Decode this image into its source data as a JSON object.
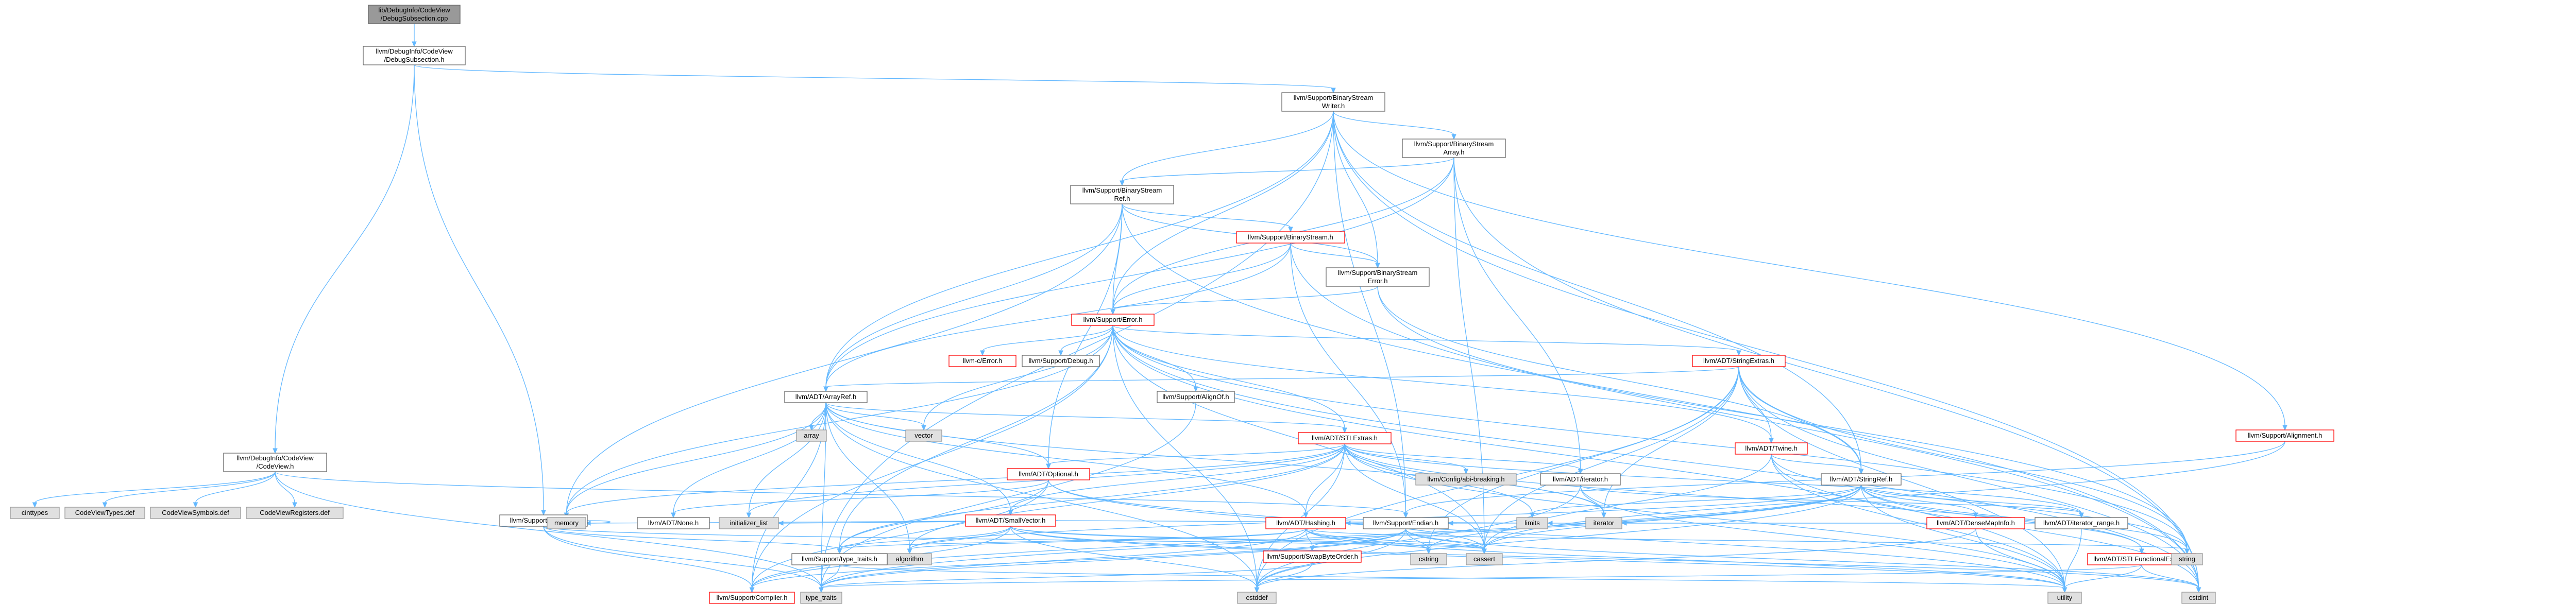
{
  "graph_title": "lib/DebugInfo/CodeView/DebugSubsection.cpp",
  "colors": {
    "root_fill": "#999999",
    "file_border": "#666666",
    "red_border": "#ff0000",
    "system_fill": "#e0e0e0",
    "edge": "#63b8ff"
  },
  "nodes": [
    {
      "id": "n0",
      "kind": "root",
      "lines": [
        "lib/DebugInfo/CodeView",
        "/DebugSubsection.cpp"
      ]
    },
    {
      "id": "n1",
      "kind": "file",
      "lines": [
        "llvm/DebugInfo/CodeView",
        "/DebugSubsection.h"
      ]
    },
    {
      "id": "n2",
      "kind": "file",
      "lines": [
        "llvm/DebugInfo/CodeView",
        "/CodeView.h"
      ]
    },
    {
      "id": "n3",
      "kind": "sys",
      "lines": [
        "cinttypes"
      ]
    },
    {
      "id": "n4",
      "kind": "sys",
      "lines": [
        "CodeViewTypes.def"
      ]
    },
    {
      "id": "n5",
      "kind": "sys",
      "lines": [
        "CodeViewSymbols.def"
      ]
    },
    {
      "id": "n6",
      "kind": "sys",
      "lines": [
        "CodeViewRegisters.def"
      ]
    },
    {
      "id": "n7",
      "kind": "file",
      "lines": [
        "llvm/Support/Casting.h"
      ]
    },
    {
      "id": "n8",
      "kind": "file",
      "lines": [
        "llvm/Support/BinaryStream",
        "Writer.h"
      ]
    },
    {
      "id": "n9",
      "kind": "file",
      "lines": [
        "llvm/Support/BinaryStream",
        "Array.h"
      ]
    },
    {
      "id": "n10",
      "kind": "file",
      "lines": [
        "llvm/Support/BinaryStream",
        "Ref.h"
      ]
    },
    {
      "id": "n11",
      "kind": "red",
      "lines": [
        "llvm/Support/BinaryStream.h"
      ]
    },
    {
      "id": "n12",
      "kind": "file",
      "lines": [
        "llvm/Support/BinaryStream",
        "Error.h"
      ]
    },
    {
      "id": "n13",
      "kind": "red",
      "lines": [
        "llvm/Support/Error.h"
      ]
    },
    {
      "id": "n14",
      "kind": "red",
      "lines": [
        "llvm-c/Error.h"
      ]
    },
    {
      "id": "n15",
      "kind": "file",
      "lines": [
        "llvm/Support/Debug.h"
      ]
    },
    {
      "id": "n16",
      "kind": "file",
      "lines": [
        "llvm/Support/AlignOf.h"
      ]
    },
    {
      "id": "n17",
      "kind": "red",
      "lines": [
        "llvm/ADT/StringExtras.h"
      ]
    },
    {
      "id": "n18",
      "kind": "file",
      "lines": [
        "llvm/ADT/ArrayRef.h"
      ]
    },
    {
      "id": "n19",
      "kind": "red",
      "lines": [
        "llvm/ADT/STLExtras.h"
      ]
    },
    {
      "id": "n20",
      "kind": "red",
      "lines": [
        "llvm/ADT/Twine.h"
      ]
    },
    {
      "id": "n21",
      "kind": "red",
      "lines": [
        "llvm/Support/Alignment.h"
      ]
    },
    {
      "id": "n22",
      "kind": "file",
      "lines": [
        "llvm/ADT/StringRef.h"
      ]
    },
    {
      "id": "n23",
      "kind": "red",
      "lines": [
        "llvm/ADT/Optional.h"
      ]
    },
    {
      "id": "n24",
      "kind": "red",
      "lines": [
        "llvm/ADT/SmallVector.h"
      ]
    },
    {
      "id": "n25",
      "kind": "file",
      "lines": [
        "llvm/ADT/iterator.h"
      ]
    },
    {
      "id": "n26",
      "kind": "file",
      "lines": [
        "llvm/ADT/None.h"
      ]
    },
    {
      "id": "n27",
      "kind": "red",
      "lines": [
        "llvm/ADT/Hashing.h"
      ]
    },
    {
      "id": "n28",
      "kind": "file",
      "lines": [
        "llvm/Support/Endian.h"
      ]
    },
    {
      "id": "n29",
      "kind": "red",
      "lines": [
        "llvm/Support/SwapByteOrder.h"
      ]
    },
    {
      "id": "n30",
      "kind": "file",
      "lines": [
        "llvm/Support/type_traits.h"
      ]
    },
    {
      "id": "n31",
      "kind": "red",
      "lines": [
        "llvm/Support/Compiler.h"
      ]
    },
    {
      "id": "n32",
      "kind": "red",
      "lines": [
        "llvm/ADT/DenseMapInfo.h"
      ]
    },
    {
      "id": "n33",
      "kind": "file",
      "lines": [
        "llvm/ADT/iterator_range.h"
      ]
    },
    {
      "id": "n34",
      "kind": "red",
      "lines": [
        "llvm/ADT/STLFunctionalExtras.h"
      ]
    },
    {
      "id": "n35",
      "kind": "sys",
      "lines": [
        "llvm/Config/abi-breaking.h"
      ]
    },
    {
      "id": "n36",
      "kind": "sys",
      "lines": [
        "array"
      ]
    },
    {
      "id": "n37",
      "kind": "sys",
      "lines": [
        "vector"
      ]
    },
    {
      "id": "n38",
      "kind": "sys",
      "lines": [
        "memory"
      ]
    },
    {
      "id": "n39",
      "kind": "sys",
      "lines": [
        "initializer_list"
      ]
    },
    {
      "id": "n40",
      "kind": "sys",
      "lines": [
        "algorithm"
      ]
    },
    {
      "id": "n41",
      "kind": "sys",
      "lines": [
        "type_traits"
      ]
    },
    {
      "id": "n42",
      "kind": "sys",
      "lines": [
        "cstddef"
      ]
    },
    {
      "id": "n43",
      "kind": "sys",
      "lines": [
        "limits"
      ]
    },
    {
      "id": "n44",
      "kind": "sys",
      "lines": [
        "iterator"
      ]
    },
    {
      "id": "n45",
      "kind": "sys",
      "lines": [
        "cassert"
      ]
    },
    {
      "id": "n46",
      "kind": "sys",
      "lines": [
        "cstring"
      ]
    },
    {
      "id": "n47",
      "kind": "sys",
      "lines": [
        "string"
      ]
    },
    {
      "id": "n48",
      "kind": "sys",
      "lines": [
        "utility"
      ]
    },
    {
      "id": "n49",
      "kind": "sys",
      "lines": [
        "cstdint"
      ]
    }
  ],
  "edges": [
    [
      "n0",
      "n1"
    ],
    [
      "n1",
      "n2"
    ],
    [
      "n1",
      "n7"
    ],
    [
      "n1",
      "n8"
    ],
    [
      "n2",
      "n3"
    ],
    [
      "n2",
      "n4"
    ],
    [
      "n2",
      "n5"
    ],
    [
      "n2",
      "n6"
    ],
    [
      "n2",
      "n28"
    ],
    [
      "n2",
      "n41"
    ],
    [
      "n7",
      "n38"
    ],
    [
      "n7",
      "n41"
    ],
    [
      "n7",
      "n31"
    ],
    [
      "n7",
      "n30"
    ],
    [
      "n7",
      "n45"
    ],
    [
      "n8",
      "n9"
    ],
    [
      "n8",
      "n10"
    ],
    [
      "n8",
      "n12"
    ],
    [
      "n8",
      "n13"
    ],
    [
      "n8",
      "n18"
    ],
    [
      "n8",
      "n22"
    ],
    [
      "n8",
      "n28"
    ],
    [
      "n8",
      "n49"
    ],
    [
      "n8",
      "n41"
    ],
    [
      "n8",
      "n21"
    ],
    [
      "n9",
      "n10"
    ],
    [
      "n9",
      "n13"
    ],
    [
      "n9",
      "n18"
    ],
    [
      "n9",
      "n25"
    ],
    [
      "n9",
      "n45"
    ],
    [
      "n9",
      "n49"
    ],
    [
      "n10",
      "n11"
    ],
    [
      "n10",
      "n12"
    ],
    [
      "n10",
      "n13"
    ],
    [
      "n10",
      "n18"
    ],
    [
      "n10",
      "n23"
    ],
    [
      "n10",
      "n38"
    ],
    [
      "n10",
      "n49"
    ],
    [
      "n11",
      "n12"
    ],
    [
      "n11",
      "n13"
    ],
    [
      "n11",
      "n18"
    ],
    [
      "n11",
      "n28"
    ],
    [
      "n11",
      "n49"
    ],
    [
      "n12",
      "n13"
    ],
    [
      "n12",
      "n22"
    ],
    [
      "n12",
      "n47"
    ],
    [
      "n13",
      "n14"
    ],
    [
      "n13",
      "n15"
    ],
    [
      "n13",
      "n16"
    ],
    [
      "n13",
      "n17"
    ],
    [
      "n13",
      "n20"
    ],
    [
      "n13",
      "n19"
    ],
    [
      "n13",
      "n31"
    ],
    [
      "n13",
      "n30"
    ],
    [
      "n13",
      "n37"
    ],
    [
      "n13",
      "n38"
    ],
    [
      "n13",
      "n45"
    ],
    [
      "n13",
      "n49"
    ],
    [
      "n13",
      "n48"
    ],
    [
      "n13",
      "n47"
    ],
    [
      "n13",
      "n42"
    ],
    [
      "n16",
      "n41"
    ],
    [
      "n17",
      "n18"
    ],
    [
      "n17",
      "n22"
    ],
    [
      "n17",
      "n20"
    ],
    [
      "n17",
      "n44"
    ],
    [
      "n17",
      "n45"
    ],
    [
      "n17",
      "n42"
    ],
    [
      "n17",
      "n49"
    ],
    [
      "n17",
      "n47"
    ],
    [
      "n17",
      "n48"
    ],
    [
      "n17",
      "n46"
    ],
    [
      "n18",
      "n19"
    ],
    [
      "n18",
      "n23"
    ],
    [
      "n18",
      "n24"
    ],
    [
      "n18",
      "n27"
    ],
    [
      "n18",
      "n31"
    ],
    [
      "n18",
      "n26"
    ],
    [
      "n18",
      "n36"
    ],
    [
      "n18",
      "n37"
    ],
    [
      "n18",
      "n38"
    ],
    [
      "n18",
      "n39"
    ],
    [
      "n18",
      "n40"
    ],
    [
      "n18",
      "n44"
    ],
    [
      "n18",
      "n41"
    ],
    [
      "n18",
      "n42"
    ],
    [
      "n19",
      "n35"
    ],
    [
      "n19",
      "n23"
    ],
    [
      "n19",
      "n24"
    ],
    [
      "n19",
      "n25"
    ],
    [
      "n19",
      "n33"
    ],
    [
      "n19",
      "n34"
    ],
    [
      "n19",
      "n27"
    ],
    [
      "n19",
      "n30"
    ],
    [
      "n19",
      "n40"
    ],
    [
      "n19",
      "n45"
    ],
    [
      "n19",
      "n42"
    ],
    [
      "n19",
      "n43"
    ],
    [
      "n19",
      "n44"
    ],
    [
      "n19",
      "n38"
    ],
    [
      "n19",
      "n48"
    ],
    [
      "n19",
      "n39"
    ],
    [
      "n20",
      "n22"
    ],
    [
      "n20",
      "n45"
    ],
    [
      "n20",
      "n49"
    ],
    [
      "n20",
      "n47"
    ],
    [
      "n20",
      "n48"
    ],
    [
      "n21",
      "n28"
    ],
    [
      "n21",
      "n45"
    ],
    [
      "n22",
      "n32"
    ],
    [
      "n22",
      "n33"
    ],
    [
      "n22",
      "n34"
    ],
    [
      "n22",
      "n31"
    ],
    [
      "n22",
      "n40"
    ],
    [
      "n22",
      "n45"
    ],
    [
      "n22",
      "n42"
    ],
    [
      "n22",
      "n46"
    ],
    [
      "n22",
      "n43"
    ],
    [
      "n22",
      "n47"
    ],
    [
      "n22",
      "n41"
    ],
    [
      "n22",
      "n48"
    ],
    [
      "n23",
      "n26"
    ],
    [
      "n23",
      "n31"
    ],
    [
      "n23",
      "n30"
    ],
    [
      "n23",
      "n45"
    ],
    [
      "n23",
      "n48"
    ],
    [
      "n24",
      "n31"
    ],
    [
      "n24",
      "n30"
    ],
    [
      "n24",
      "n40"
    ],
    [
      "n24",
      "n45"
    ],
    [
      "n24",
      "n42"
    ],
    [
      "n24",
      "n46"
    ],
    [
      "n24",
      "n38"
    ],
    [
      "n24",
      "n48"
    ],
    [
      "n24",
      "n39"
    ],
    [
      "n24",
      "n43"
    ],
    [
      "n24",
      "n49"
    ],
    [
      "n25",
      "n33"
    ],
    [
      "n25",
      "n42"
    ],
    [
      "n25",
      "n44"
    ],
    [
      "n25",
      "n48"
    ],
    [
      "n27",
      "n28"
    ],
    [
      "n27",
      "n29"
    ],
    [
      "n27",
      "n30"
    ],
    [
      "n27",
      "n40"
    ],
    [
      "n27",
      "n45"
    ],
    [
      "n27",
      "n46"
    ],
    [
      "n27",
      "n47"
    ],
    [
      "n27",
      "n41"
    ],
    [
      "n27",
      "n48"
    ],
    [
      "n28",
      "n29"
    ],
    [
      "n28",
      "n31"
    ],
    [
      "n28",
      "n41"
    ],
    [
      "n28",
      "n42"
    ],
    [
      "n28",
      "n46"
    ],
    [
      "n28",
      "n49"
    ],
    [
      "n28",
      "n45"
    ],
    [
      "n29",
      "n41"
    ],
    [
      "n29",
      "n42"
    ],
    [
      "n30",
      "n41"
    ],
    [
      "n30",
      "n48"
    ],
    [
      "n32",
      "n27"
    ],
    [
      "n32",
      "n48"
    ],
    [
      "n32",
      "n42"
    ],
    [
      "n33",
      "n44"
    ],
    [
      "n33",
      "n48"
    ],
    [
      "n34",
      "n41"
    ],
    [
      "n34",
      "n48"
    ],
    [
      "n34",
      "n49"
    ]
  ]
}
